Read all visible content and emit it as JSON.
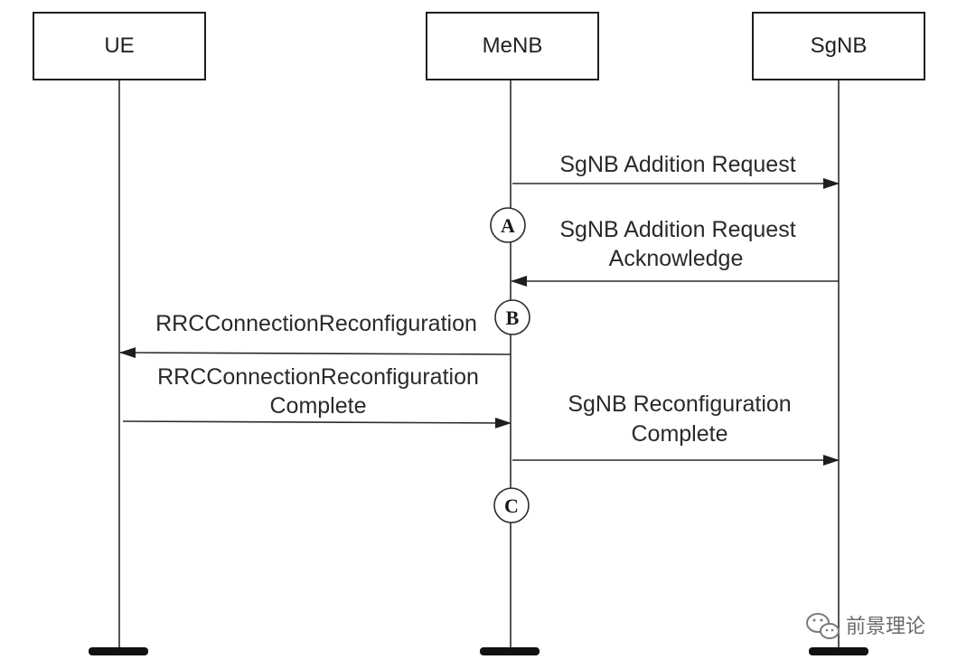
{
  "entities": [
    {
      "id": "ue",
      "label": "UE"
    },
    {
      "id": "menb",
      "label": "MeNB"
    },
    {
      "id": "sgnb",
      "label": "SgNB"
    }
  ],
  "messages": [
    {
      "id": "msg1",
      "from": "menb",
      "to": "sgnb",
      "lines": [
        "SgNB Addition Request"
      ]
    },
    {
      "id": "msg2",
      "from": "sgnb",
      "to": "menb",
      "lines": [
        "SgNB Addition Request",
        "Acknowledge"
      ]
    },
    {
      "id": "msg3",
      "from": "menb",
      "to": "ue",
      "lines": [
        "RRCConnectionReconfiguration"
      ]
    },
    {
      "id": "msg4",
      "from": "ue",
      "to": "menb",
      "lines": [
        "RRCConnectionReconfiguration",
        "Complete"
      ]
    },
    {
      "id": "msg5",
      "from": "menb",
      "to": "sgnb",
      "lines": [
        "SgNB Reconfiguration",
        "Complete"
      ]
    }
  ],
  "markers": [
    {
      "id": "a",
      "label": "A"
    },
    {
      "id": "b",
      "label": "B"
    },
    {
      "id": "c",
      "label": "C"
    }
  ],
  "watermark": {
    "text": "前景理论",
    "icon": "wechat-icon"
  },
  "colors": {
    "line": "#2b2b2b",
    "box_border": "#1e1e1e",
    "text": "#222222",
    "watermark": "#6b6b6b"
  }
}
